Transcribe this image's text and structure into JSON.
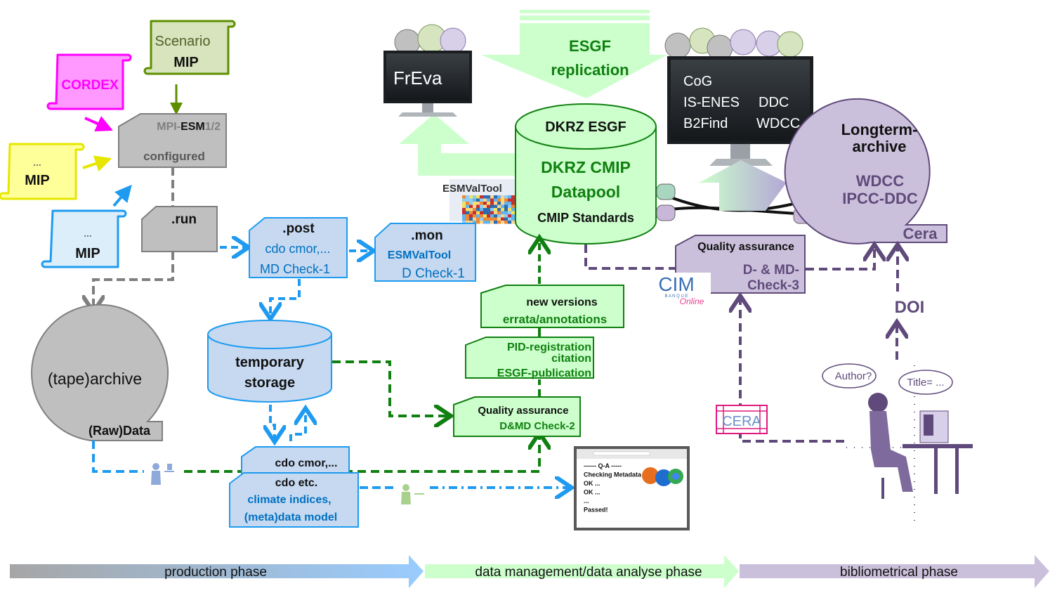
{
  "colors": {
    "gray_fill": "#bfbfbf",
    "gray_stroke": "#7f7f7f",
    "blue_fill": "#c6d9f1",
    "blue_stroke": "#1e9bf0",
    "blue_text": "#0070c0",
    "green_fill": "#ccffcc",
    "green_stroke": "#108010",
    "green_text": "#108010",
    "purple_fill": "#cbc0db",
    "purple_stroke": "#604a7b",
    "purple_text": "#604a7b",
    "magenta_fill": "#ff99ff",
    "magenta": "#ff00ff",
    "yellow_fill": "#ffff99",
    "yellow": "#e6e600",
    "olive_fill": "#d7e4bd",
    "olive": "#5f8f00",
    "lightblue_fill": "#dbeefa"
  },
  "scrolls": {
    "scenario": {
      "line1": "Scenario",
      "line2": "MIP"
    },
    "cordex": {
      "line1": "CORDEX"
    },
    "mip_yellow": {
      "line1": "...",
      "line2": "MIP"
    },
    "mip_blue": {
      "line1": "...",
      "line2": "MIP"
    }
  },
  "production": {
    "model": {
      "prefix": "MPI-",
      "bold": "ESM",
      "suffix": "1/2",
      "line2": "configured"
    },
    "run": {
      "label": ".run"
    },
    "post": {
      "title": ".post",
      "line2": "cdo cmor,...",
      "line3": "MD Check-1"
    },
    "mon": {
      "title": ".mon",
      "line2": "ESMValTool",
      "line3": "D Check-1"
    },
    "tape_archive": {
      "label": "(tape)archive",
      "tag": "(Raw)Data"
    },
    "temp_storage": {
      "line1": "temporary",
      "line2": "storage"
    },
    "cdo_cmor": {
      "label": "cdo cmor,..."
    },
    "cdo_etc": {
      "line1": "cdo  etc.",
      "line2": "climate indices,",
      "line3": "(meta)data model"
    }
  },
  "data_management": {
    "freva": {
      "label": "FrEva"
    },
    "esgf_replication": {
      "line1": "ESGF",
      "line2": "replication"
    },
    "esmvaltool_label": "ESMValTool",
    "datapool": {
      "top": "DKRZ ESGF",
      "line1": "DKRZ CMIP",
      "line2": "Datapool",
      "line3": "CMIP Standards"
    },
    "new_versions": {
      "line1": "new versions",
      "line2": "errata/annotations"
    },
    "pid": {
      "line1": "PID-registration",
      "line2": "citation",
      "line3": "ESGF-publication"
    },
    "qa2": {
      "line1": "Quality assurance",
      "line2": "D&MD Check-2"
    },
    "qa_window": {
      "lines": [
        "------  Q-A   -----",
        "Checking  Metadata",
        "OK ...",
        "OK ...",
        "...",
        "Passed!"
      ]
    }
  },
  "bibliometric": {
    "portal_monitor": {
      "row1": [
        "CoG",
        ""
      ],
      "row2": [
        "IS-ENES",
        "DDC"
      ],
      "row3": [
        "B2Find",
        "WDCC"
      ]
    },
    "longterm": {
      "line1": "Longterm-",
      "line2": "archive",
      "line3": "WDCC",
      "line4": "IPCC-DDC",
      "tag": "Cera"
    },
    "qa3": {
      "line1": "Quality assurance",
      "line2": "D- & MD-",
      "line3": "Check-3"
    },
    "cim": {
      "big": "CIM",
      "small": "B A N Q U E",
      "script": "Online"
    },
    "doi": "DOI",
    "cera": "CERA",
    "thought_author": "Author?",
    "thought_title": "Title= ..."
  },
  "phases": [
    {
      "label": "production phase"
    },
    {
      "label": "data management/data analyse phase"
    },
    {
      "label": "bibliometrical phase"
    }
  ]
}
